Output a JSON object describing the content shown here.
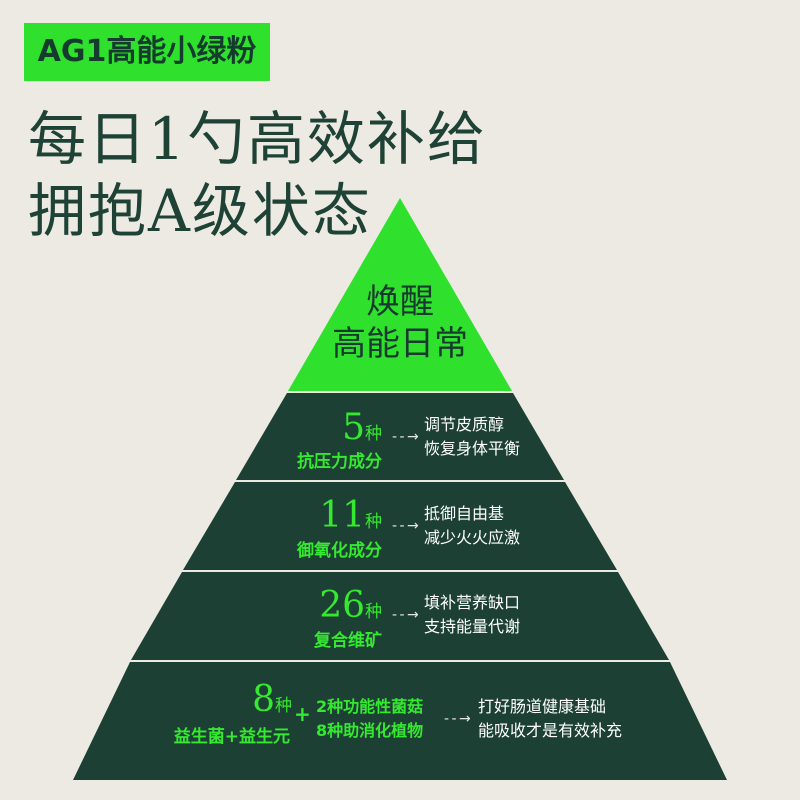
{
  "brand_tag": "AG1高能小绿粉",
  "headline": [
    "每日1勺高效补给",
    "拥抱A级状态"
  ],
  "colors": {
    "background": "#ECEAE3",
    "accent_green": "#2FE12C",
    "dark_green": "#1D4034",
    "text_green": "#35E830"
  },
  "pyramid": {
    "peak": [
      "焕醒",
      "高能日常"
    ],
    "tiers": [
      {
        "count": "5",
        "unit": "种",
        "category": "抗压力成分",
        "arrow": "- - →",
        "desc": [
          "调节皮质醇",
          "恢复身体平衡"
        ]
      },
      {
        "count": "11",
        "unit": "种",
        "category": "御氧化成分",
        "arrow": "- - →",
        "desc": [
          "抵御自由基",
          "减少火火应激"
        ]
      },
      {
        "count": "26",
        "unit": "种",
        "category": "复合维矿",
        "arrow": "- - →",
        "desc": [
          "填补营养缺口",
          "支持能量代谢"
        ]
      },
      {
        "count": "8",
        "unit": "种",
        "category": "益生菌+益生元",
        "plus": "+",
        "extra": [
          "2种功能性菌菇",
          "8种助消化植物"
        ],
        "arrow": "- - →",
        "desc": [
          "打好肠道健康基础",
          "能吸收才是有效补充"
        ]
      }
    ]
  }
}
